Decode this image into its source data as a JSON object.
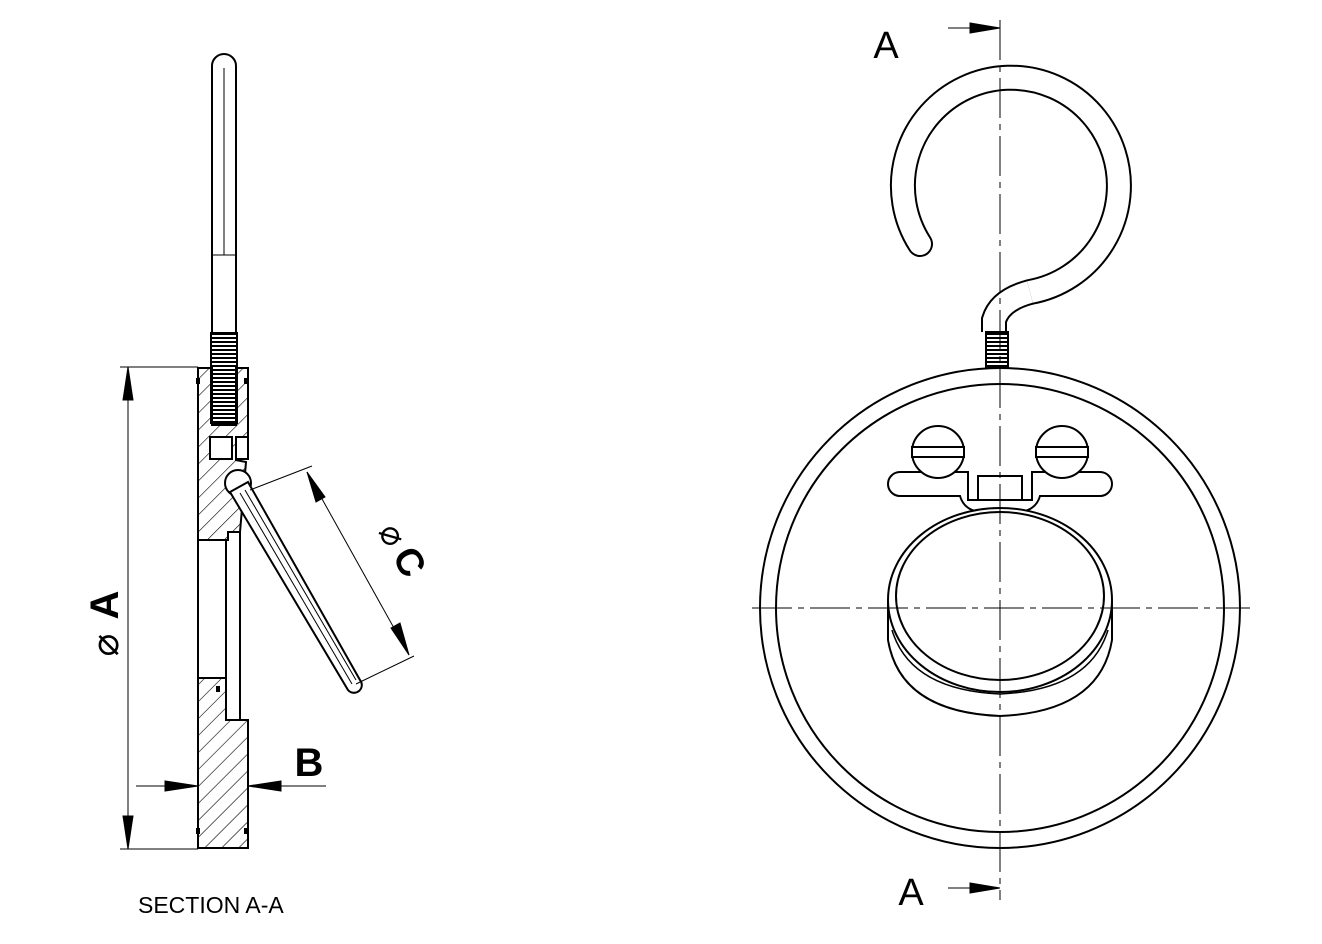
{
  "section_view": {
    "dimension_a": "A",
    "dimension_b": "B",
    "dimension_c": "C",
    "diameter_symbol": "⌀",
    "caption": "SECTION A-A"
  },
  "front_view": {
    "cut_label_top": "A",
    "cut_label_bottom": "A"
  }
}
